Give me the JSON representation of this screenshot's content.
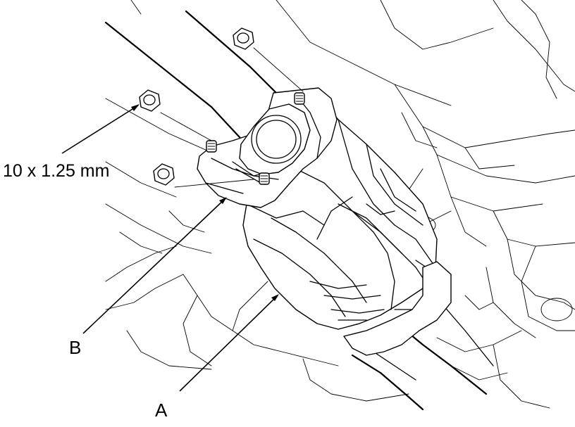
{
  "labels": {
    "bolt_spec": "10 x 1.25 mm",
    "part_b": "B",
    "part_a": "A"
  },
  "colors": {
    "line": "#000000",
    "background": "#ffffff"
  }
}
